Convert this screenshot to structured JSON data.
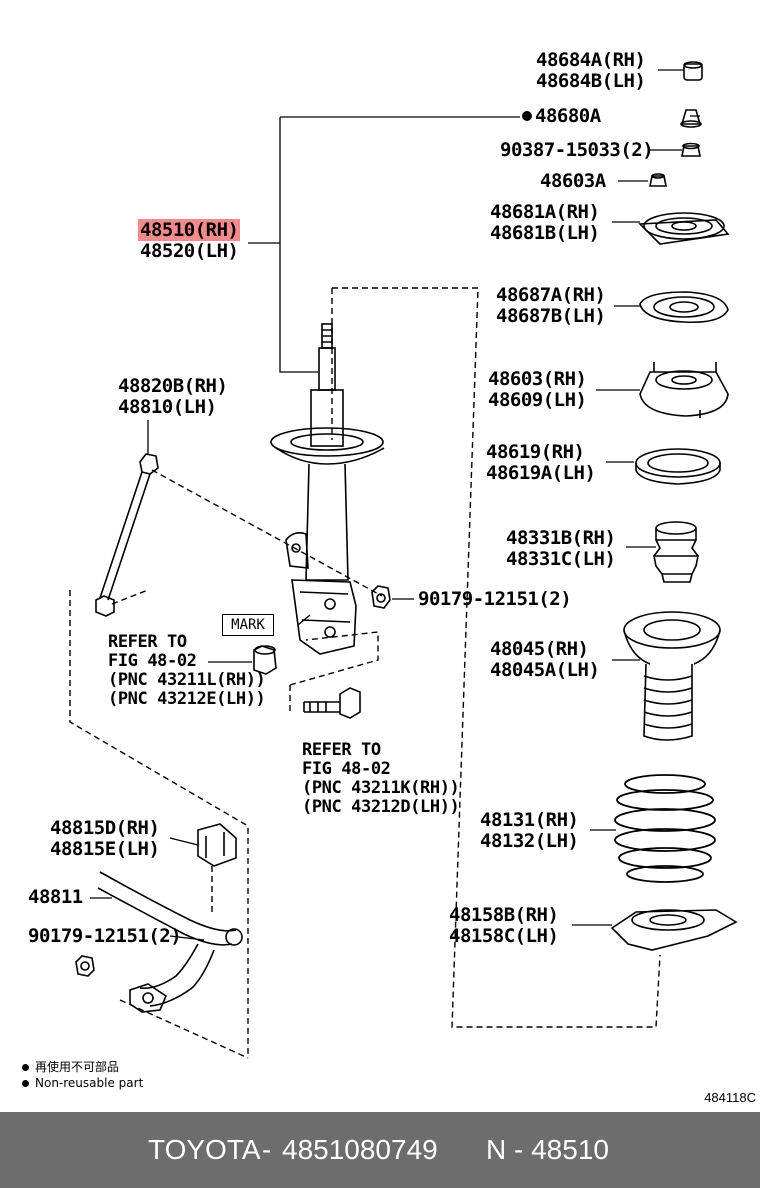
{
  "diagram": {
    "labels": {
      "l48684": [
        "48684A(RH)",
        "48684B(LH)"
      ],
      "l48680": "48680A",
      "l90387": "90387-15033(2)",
      "l48603A": "48603A",
      "l48681": [
        "48681A(RH)",
        "48681B(LH)"
      ],
      "l48510": [
        "48510(RH)",
        "48520(LH)"
      ],
      "l48687": [
        "48687A(RH)",
        "48687B(LH)"
      ],
      "l48603": [
        "48603(RH)",
        "48609(LH)"
      ],
      "l48820": [
        "48820B(RH)",
        "48810(LH)"
      ],
      "l48619": [
        "48619(RH)",
        "48619A(LH)"
      ],
      "l48331": [
        "48331B(RH)",
        "48331C(LH)"
      ],
      "l90179a": "90179-12151(2)",
      "l48045": [
        "48045(RH)",
        "48045A(LH)"
      ],
      "l48131": [
        "48131(RH)",
        "48132(LH)"
      ],
      "l48815": [
        "48815D(RH)",
        "48815E(LH)"
      ],
      "l48811": "48811",
      "l90179b": "90179-12151(2)",
      "l48158": [
        "48158B(RH)",
        "48158C(LH)"
      ]
    },
    "refs": {
      "ref1": [
        "REFER TO",
        "FIG 48-02",
        "(PNC 43211L(RH))",
        "(PNC 43212E(LH))"
      ],
      "ref2": [
        "REFER TO",
        "FIG 48-02",
        "(PNC 43211K(RH))",
        "(PNC 43212D(LH))"
      ]
    },
    "mark_label": "MARK",
    "highlight_color": "#f28b8b",
    "legend": {
      "chinese": "再使用不可部品",
      "english": "Non-reusable part"
    },
    "illustration_code": "484118C"
  },
  "footer": {
    "brand": "TOYOTA",
    "part_number": "4851080749",
    "pnc": "N - 48510",
    "background": "#6d6d6d"
  }
}
